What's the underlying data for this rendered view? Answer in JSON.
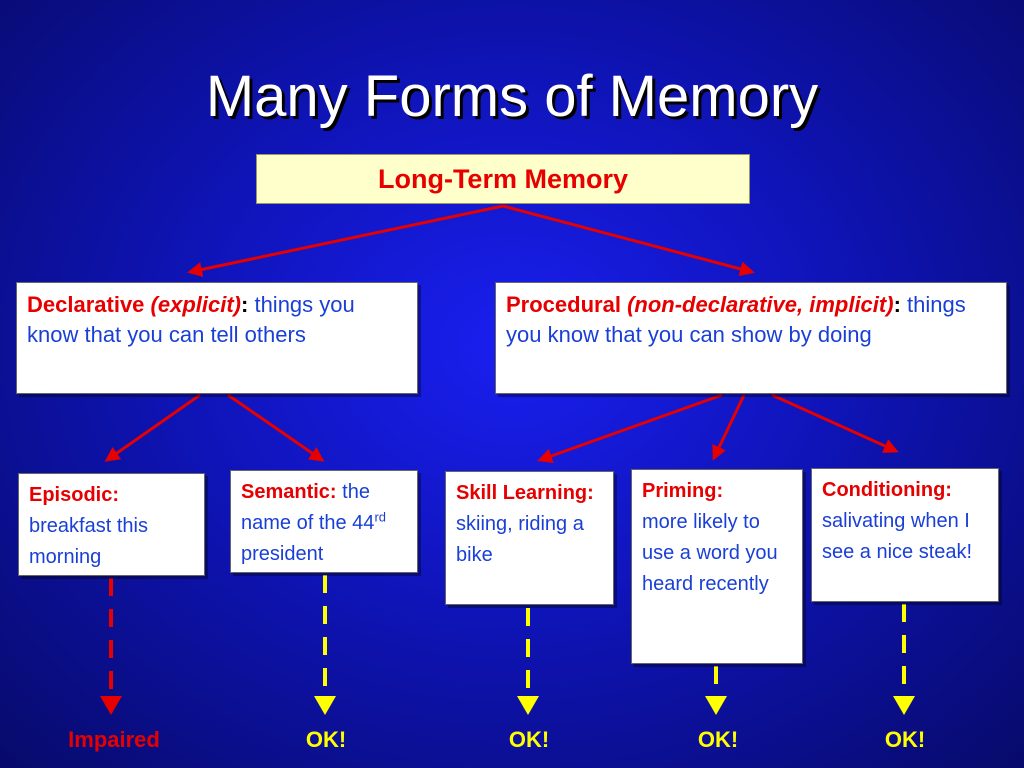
{
  "title": "Many Forms of Memory",
  "root": {
    "label": "Long-Term Memory"
  },
  "declarative": {
    "name": "Declarative",
    "paren": "(explicit)",
    "colon": ":",
    "desc": " things you know that you can tell others"
  },
  "procedural": {
    "name": "Procedural",
    "paren": "(non-declarative, implicit)",
    "colon": ":",
    "desc": " things you know that you can show by doing"
  },
  "episodic": {
    "name": "Episodic:",
    "desc": "breakfast this morning"
  },
  "semantic": {
    "name": "Semantic:",
    "desc1": " the name of the 44",
    "sup": "rd",
    "desc2": " president"
  },
  "skill": {
    "name": "Skill Learning:",
    "desc": "skiing, riding a bike"
  },
  "priming": {
    "name": "Priming:",
    "desc": "more likely to use a word you heard recently"
  },
  "conditioning": {
    "name": "Conditioning:",
    "desc": "salivating when I see a nice steak!"
  },
  "outcomes": [
    "Impaired",
    "OK!",
    "OK!",
    "OK!",
    "OK!"
  ],
  "colors": {
    "heading_red": "#e60000",
    "body_blue": "#1a3fd6",
    "ok_yellow": "#ffff00",
    "root_fill": "#ffffcc"
  }
}
